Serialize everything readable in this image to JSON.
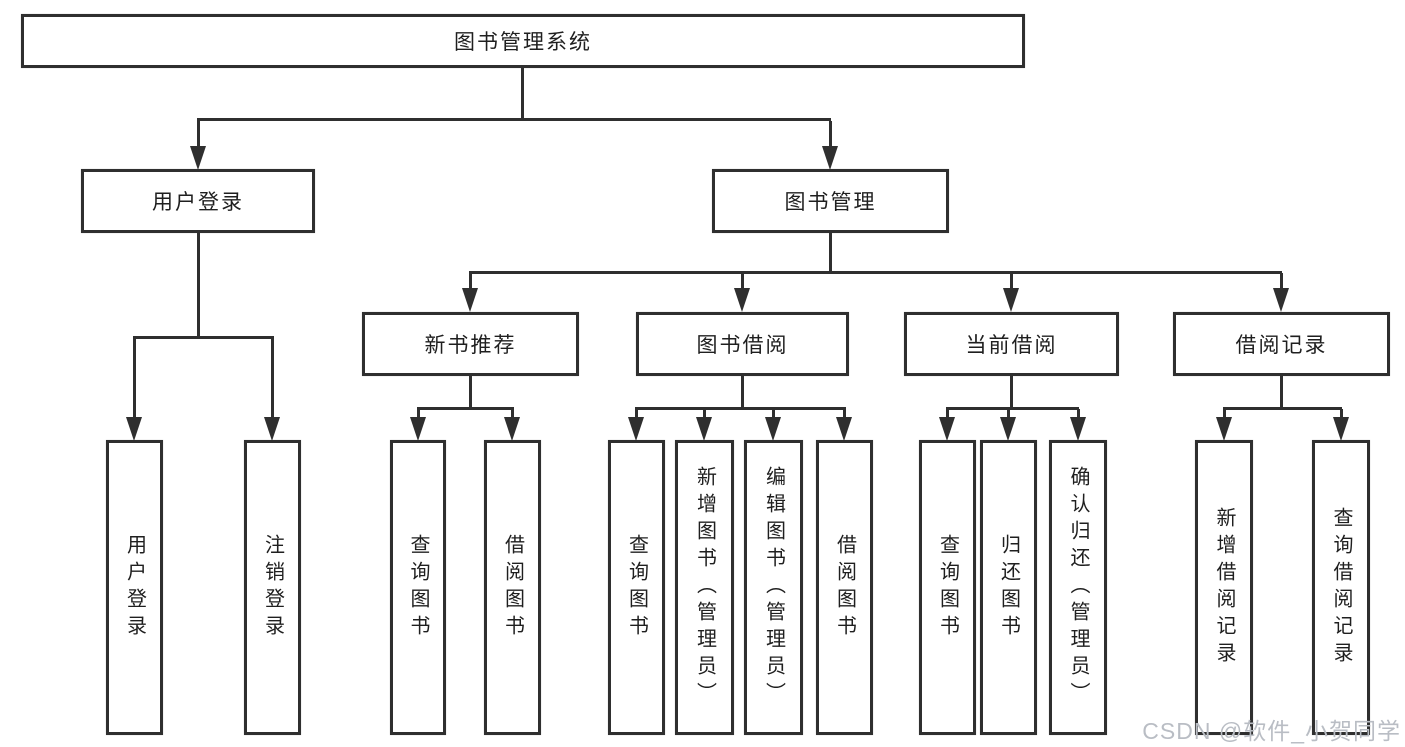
{
  "tree": {
    "root": {
      "label": "图书管理系统"
    },
    "branches": [
      {
        "label": "用户登录",
        "leaves": [
          {
            "label": "用户登录"
          },
          {
            "label": "注销登录"
          }
        ]
      },
      {
        "label": "图书管理",
        "groups": [
          {
            "label": "新书推荐",
            "leaves": [
              {
                "label": "查询图书"
              },
              {
                "label": "借阅图书"
              }
            ]
          },
          {
            "label": "图书借阅",
            "leaves": [
              {
                "label": "查询图书"
              },
              {
                "label": "新增图书（管理员）"
              },
              {
                "label": "编辑图书（管理员）"
              },
              {
                "label": "借阅图书"
              }
            ]
          },
          {
            "label": "当前借阅",
            "leaves": [
              {
                "label": "查询图书"
              },
              {
                "label": "归还图书"
              },
              {
                "label": "确认归还（管理员）"
              }
            ]
          },
          {
            "label": "借阅记录",
            "leaves": [
              {
                "label": "新增借阅记录"
              },
              {
                "label": "查询借阅记录"
              }
            ]
          }
        ]
      }
    ]
  },
  "watermark": {
    "text": "CSDN @软件_小贺同学"
  },
  "colors": {
    "line": "#2f2f2f",
    "text": "#1f1f1f",
    "watermark": "#b9bdc4",
    "background": "#ffffff"
  }
}
